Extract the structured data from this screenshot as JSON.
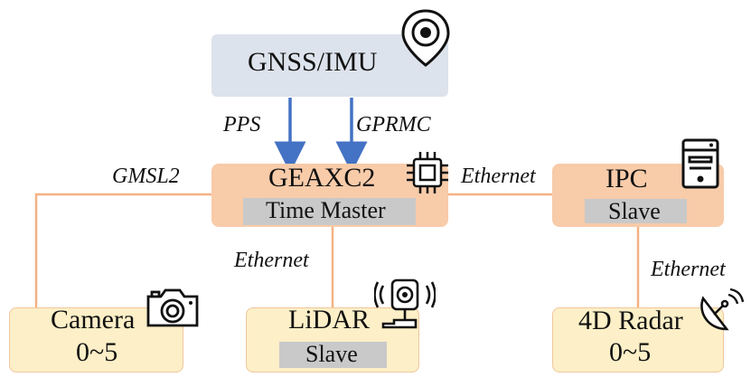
{
  "nodes": {
    "gnss": {
      "label": "GNSS/IMU"
    },
    "geaxc2": {
      "label": "GEAXC2",
      "role": "Time Master"
    },
    "ipc": {
      "label": "IPC",
      "role": "Slave"
    },
    "camera": {
      "label": "Camera",
      "sub": "0~5"
    },
    "lidar": {
      "label": "LiDAR",
      "role": "Slave"
    },
    "radar": {
      "label": "4D Radar",
      "sub": "0~5"
    }
  },
  "edges": {
    "pps": "PPS",
    "gprmc": "GPRMC",
    "gmsl2": "GMSL2",
    "ethernet_ipc": "Ethernet",
    "ethernet_lidar": "Ethernet",
    "ethernet_radar": "Ethernet"
  },
  "icons": {
    "gnss": "location-pin-icon",
    "geaxc2": "chip-icon",
    "ipc": "computer-tower-icon",
    "camera": "camera-icon",
    "lidar": "lidar-sensor-icon",
    "radar": "satellite-dish-icon"
  },
  "colors": {
    "arrow": "#4472c4",
    "connector": "#f4b183",
    "master_fill": "#f8cba9",
    "sensor_fill": "#fdefc7",
    "gnss_fill": "#dde3ec"
  }
}
